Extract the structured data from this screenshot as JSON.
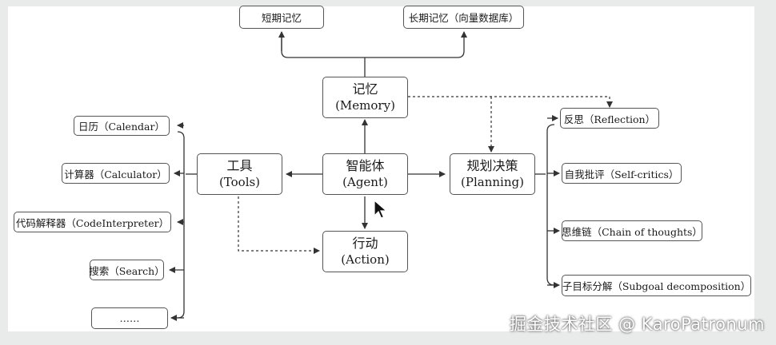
{
  "nodes": {
    "short_term": "短期记忆",
    "long_term": "长期记忆（向量数据库）",
    "memory": {
      "cn": "记忆",
      "en": "(Memory)"
    },
    "tools": {
      "cn": "工具",
      "en": "(Tools)"
    },
    "agent": {
      "cn": "智能体",
      "en": "(Agent)"
    },
    "planning": {
      "cn": "规划决策",
      "en": "(Planning)"
    },
    "action": {
      "cn": "行动",
      "en": "(Action)"
    }
  },
  "tools": [
    "日历（Calendar）",
    "计算器（Calculator）",
    "代码解释器（CodeInterpreter）",
    "搜索（Search）",
    "……"
  ],
  "planning_items": [
    "反思（Reflection）",
    "自我批评（Self-critics）",
    "思维链（Chain of thoughts）",
    "子目标分解（Subgoal decomposition）"
  ],
  "watermark": "掘金技术社区 @ KaroPatronum",
  "colors": {
    "line": "#333333",
    "box_border": "#555555",
    "background": "#e9ebea"
  }
}
